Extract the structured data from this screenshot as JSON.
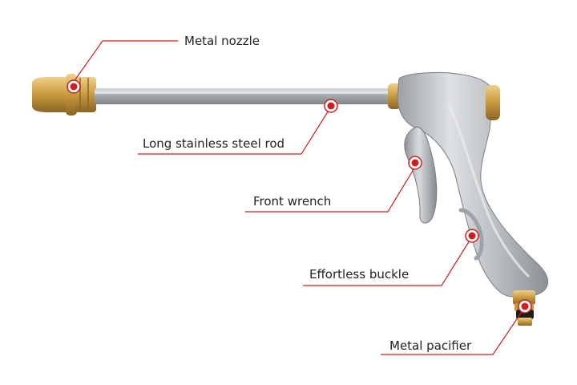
{
  "callouts": [
    {
      "id": "nozzle",
      "label": "Metal nozzle"
    },
    {
      "id": "rod",
      "label": "Long stainless steel rod"
    },
    {
      "id": "wrench",
      "label": "Front wrench"
    },
    {
      "id": "buckle",
      "label": "Effortless buckle"
    },
    {
      "id": "pacifier",
      "label": "Metal pacifier"
    }
  ],
  "colors": {
    "accent": "#cc1f1f",
    "metal": "#b9bcc0",
    "brass": "#c79a3c",
    "text": "#222222"
  }
}
